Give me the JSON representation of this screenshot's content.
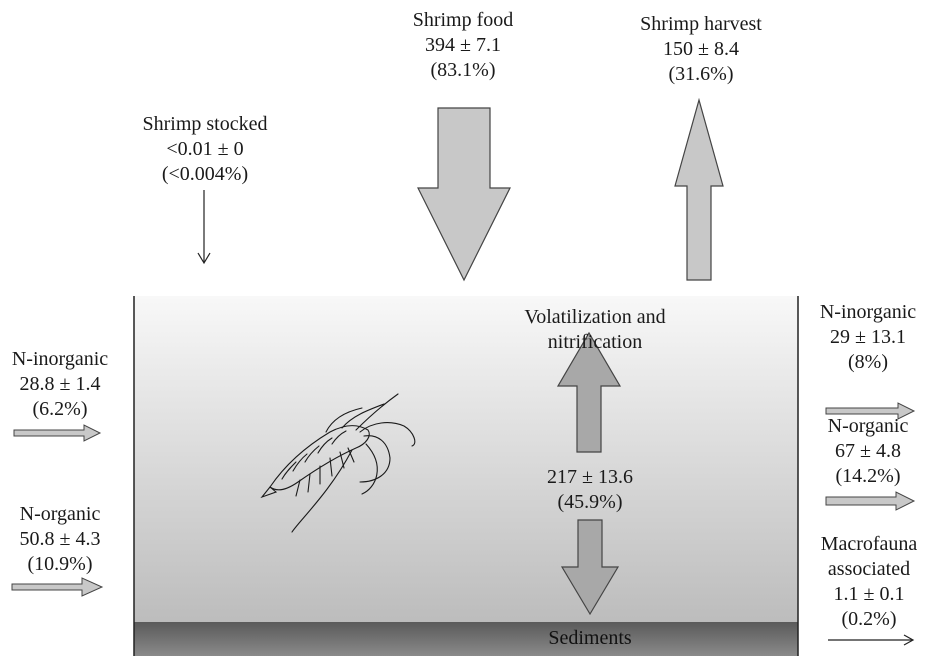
{
  "shrimp_stocked": {
    "label": "Shrimp stocked",
    "value": "<0.01 ± 0",
    "percent": "(<0.004%)"
  },
  "shrimp_food": {
    "label": "Shrimp food",
    "value": "394 ± 7.1",
    "percent": "(83.1%)"
  },
  "shrimp_harvest": {
    "label": "Shrimp harvest",
    "value": "150 ± 8.4",
    "percent": "(31.6%)"
  },
  "volatilization": {
    "line1": "Volatilization and",
    "line2": "nitrification"
  },
  "sediment_flux": {
    "value": "217 ± 13.6",
    "percent": "(45.9%)"
  },
  "sediments_label": "Sediments",
  "inflow_inorganic": {
    "label": "N-inorganic",
    "value": "28.8 ± 1.4",
    "percent": "(6.2%)"
  },
  "inflow_organic": {
    "label": "N-organic",
    "value": "50.8 ± 4.3",
    "percent": "(10.9%)"
  },
  "outflow_inorganic": {
    "label": "N-inorganic",
    "value": "29 ± 13.1",
    "percent": "(8%)"
  },
  "outflow_organic": {
    "label": "N-organic",
    "value": "67 ± 4.8",
    "percent": "(14.2%)"
  },
  "macrofauna": {
    "line1": "Macrofauna",
    "line2": "associated",
    "value": "1.1 ± 0.1",
    "percent": "(0.2%)"
  },
  "colors": {
    "arrow_fill": "#c8c8c8",
    "arrow_stroke": "#444444",
    "water_top": "#f7f7f7",
    "water_bottom": "#bdbdbd",
    "sediment": "#6e6e6e"
  }
}
